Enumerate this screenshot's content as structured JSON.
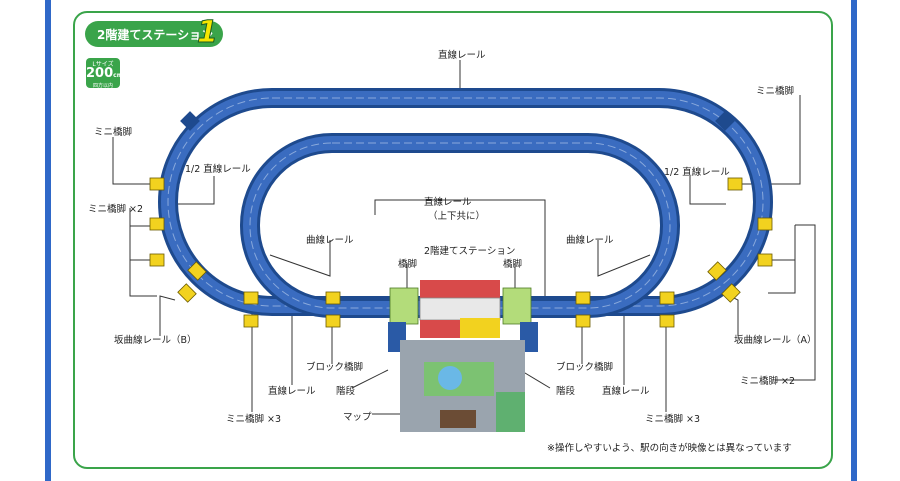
{
  "title": "2階建てステーション",
  "title_number": "1",
  "size_badge": {
    "top": "Lサイズ",
    "value": "200",
    "unit": "cm",
    "bottom": "四方以内"
  },
  "labels": {
    "top_straight": "直線レール",
    "mini_pier_tl": "ミニ橋脚",
    "mini_pier_tr": "ミニ橋脚",
    "half_straight_l": "1/2 直線レール",
    "half_straight_r": "1/2 直線レール",
    "mini_pier_x2_l": "ミニ橋脚 ×2",
    "mini_pier_x2_r": "ミニ橋脚 ×2",
    "center_straight": "直線レール",
    "center_straight_sub": "（上下共に）",
    "curve_l": "曲線レール",
    "curve_r": "曲線レール",
    "station": "2階建てステーション",
    "pier_l": "橋脚",
    "pier_r": "橋脚",
    "slope_b": "坂曲線レール（B）",
    "slope_a": "坂曲線レール（A）",
    "block_pier_l": "ブロック橋脚",
    "block_pier_r": "ブロック橋脚",
    "stairs_l": "階段",
    "stairs_r": "階段",
    "straight_bl": "直線レール",
    "straight_br": "直線レール",
    "mini_pier_x3_l": "ミニ橋脚 ×3",
    "mini_pier_x3_r": "ミニ橋脚 ×3",
    "map": "マップ"
  },
  "note": "※操作しやすいよう、駅の向きが映像とは異なっています",
  "colors": {
    "track": "#2a5aa6",
    "track_light": "#4a7cc8",
    "pier": "#f2d21f",
    "frame": "#3aa44a",
    "side_bar": "#2f68c8"
  }
}
